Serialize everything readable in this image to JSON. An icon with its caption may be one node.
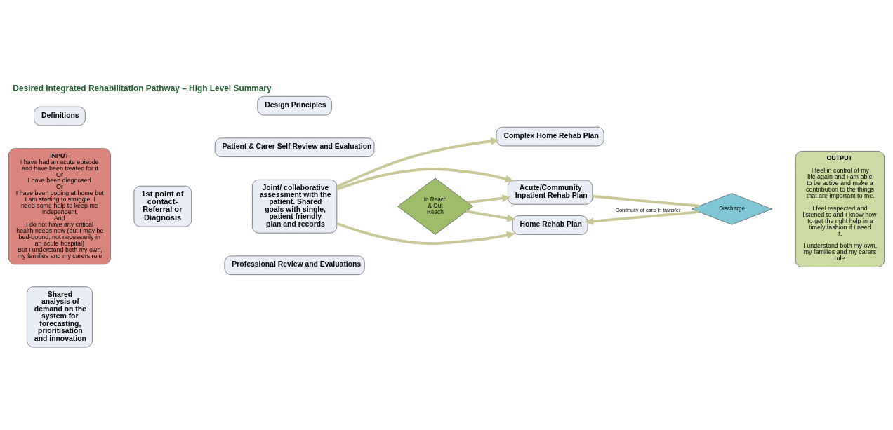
{
  "diagram": {
    "title": "Desired Integrated Rehabilitation Pathway – High Level Summary",
    "nodes": [
      {
        "text": [
          "Definitions"
        ]
      },
      {
        "text": [
          "Design Principles"
        ]
      },
      {
        "text": [
          "Patient & Carer Self Review and Evaluation"
        ]
      },
      {
        "text": [
          "INPUT",
          "I have had an acute episode and have been treated for it",
          "Or",
          "I have been diagnosed",
          "Or",
          "I have been coping at home but I am starting to struggle. I need some help to keep me independent",
          "And",
          "I do not have any critical health needs now (but I may be bed-bound, not necessarily in an acute hospital)",
          "But I understand both my own, my families and my carers role"
        ]
      },
      {
        "text": [
          "1st point of contact- Referral or Diagnosis"
        ]
      },
      {
        "text": [
          "Joint/ collaborative assessment with the patient. Shared goals with single, patient friendly plan and records"
        ]
      },
      {
        "text": [
          "Acute/Community Inpatient Rehab Plan"
        ]
      },
      {
        "text": [
          "Discharge"
        ]
      },
      {
        "text": [
          "Complex Home Rehab Plan"
        ]
      },
      {
        "text": [
          "In Reach & Out Reach"
        ]
      },
      {
        "text": [
          "Home Rehab Plan"
        ]
      },
      {
        "text": [
          "OUTPUT",
          "I feel in control of my life again and I am able to be active and make a contribution to the things that are important to me.",
          "I feel respected and listened to and I know how to get the right help in a timely fashion if I need it.",
          "I understand both my own, my families and my carers role"
        ]
      },
      {
        "text": [
          "Professional Review and Evaluations"
        ]
      },
      {
        "text": [
          "Shared analysis of demand on the system for forecasting, prioritisation and innovation"
        ]
      }
    ],
    "edges": [
      {
        "from": 5,
        "to": 6,
        "arrow": "to"
      },
      {
        "from": 5,
        "to": 8,
        "arrow": "to"
      },
      {
        "from": 5,
        "to": 10,
        "arrow": "to"
      },
      {
        "from": 9,
        "to": 6,
        "arrow": "to"
      },
      {
        "from": 9,
        "to": 10,
        "arrow": "to"
      },
      {
        "from": 6,
        "to": 7,
        "arrow": "none"
      },
      {
        "from": 7,
        "to": 10,
        "arrow": "to",
        "label": "Continuity of care in transfer"
      }
    ]
  }
}
